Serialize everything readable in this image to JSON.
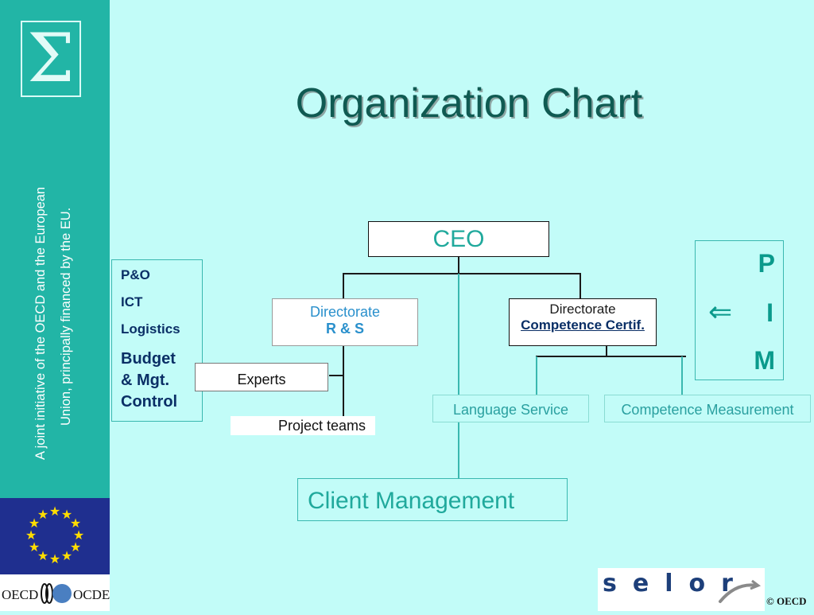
{
  "title": "Organization Chart",
  "sidebar": {
    "line1": "A joint  initiative of the OECD and the European",
    "line2": "Union, principally financed by the EU.",
    "logo_glyph": "Σ"
  },
  "chart": {
    "ceo": "CEO",
    "directorate_rs": {
      "line1": "Directorate",
      "line2": "R & S"
    },
    "directorate_cc": {
      "line1": "Directorate",
      "line2": "Competence Certif."
    },
    "units": [
      "P&O",
      "ICT",
      "Logistics",
      "Budget",
      "& Mgt.",
      "Control"
    ],
    "experts": "Experts",
    "project_teams": "Project teams",
    "language_service": "Language Service",
    "competence_measurement": "Competence Measurement",
    "client_management": "Client Management"
  },
  "pim": {
    "p": "P",
    "i": "I",
    "m": "M",
    "arrow": "⇐"
  },
  "logos": {
    "oecd_left": "OECD",
    "oecd_right": "OCDE",
    "selor": "selor"
  },
  "copyright": "© OECD",
  "colors": {
    "background": "#c2fcf8",
    "sidebar": "#22b5a6",
    "title": "#0f5a52",
    "accent": "#20a99c",
    "navy": "#0a2f66"
  }
}
